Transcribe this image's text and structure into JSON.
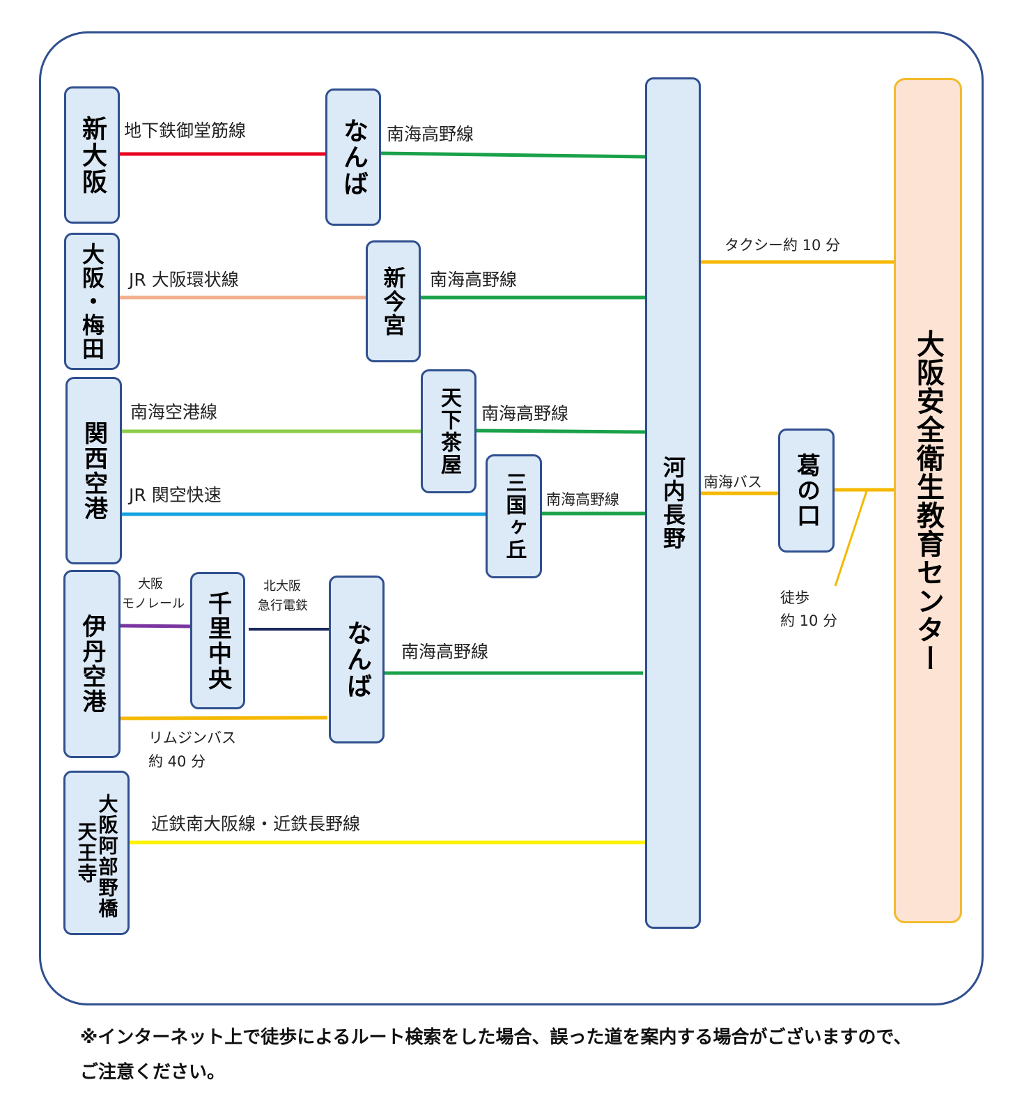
{
  "colors": {
    "midosuji": "#e6001e",
    "nankai_koya": "#1aa14a",
    "jr_loop": "#f2b08e",
    "nankai_airport": "#8ccd4a",
    "jr_kanku": "#15a3e1",
    "monorail": "#7a35a0",
    "kita_osaka": "#1b2a5c",
    "bus": "#f5b800",
    "kintetsu": "#fff200",
    "station_fill": "#dce9f6",
    "station_border": "#2f4f8f",
    "destination_fill": "#fde3d3",
    "destination_border": "#f3bb2a"
  },
  "stations": {
    "shin_osaka": "新大阪",
    "namba_1": "なんば",
    "osaka_umeda": "大阪・梅田",
    "shin_imamiya": "新今宮",
    "kansai_airport": "関西空港",
    "tengachaya": "天下茶屋",
    "mikunigaoka": "三国ヶ丘",
    "itami_airport": "伊丹空港",
    "senri_chuo": "千里中央",
    "namba_2": "なんば",
    "abeno_col1": "大阪阿部野橋",
    "abeno_col2": "天王寺",
    "kawachinagano": "河内長野",
    "kuzunokuchi": "葛の口",
    "destination": "大阪安全衛生教育センター"
  },
  "labels": {
    "midosuji": "地下鉄御堂筋線",
    "koya_1": "南海高野線",
    "jr_loop": "JR 大阪環状線",
    "koya_2": "南海高野線",
    "nankai_airport": "南海空港線",
    "koya_3": "南海高野線",
    "jr_kanku": "JR 関空快速",
    "koya_4": "南海高野線",
    "monorail_1": "大阪",
    "monorail_2": "モノレール",
    "kita_osaka_1": "北大阪",
    "kita_osaka_2": "急行電鉄",
    "koya_5": "南海高野線",
    "limousine_1": "リムジンバス",
    "limousine_2": "約 40 分",
    "kintetsu": "近鉄南大阪線・近鉄長野線",
    "taxi": "タクシー約 10 分",
    "nankai_bus": "南海バス",
    "walk_1": "徒歩",
    "walk_2": "約 10 分"
  },
  "notes": {
    "line1": "※インターネット上で徒歩によるルート検索をした場合、誤った道を案内する場合がございますので、",
    "line2": "ご注意ください。"
  }
}
